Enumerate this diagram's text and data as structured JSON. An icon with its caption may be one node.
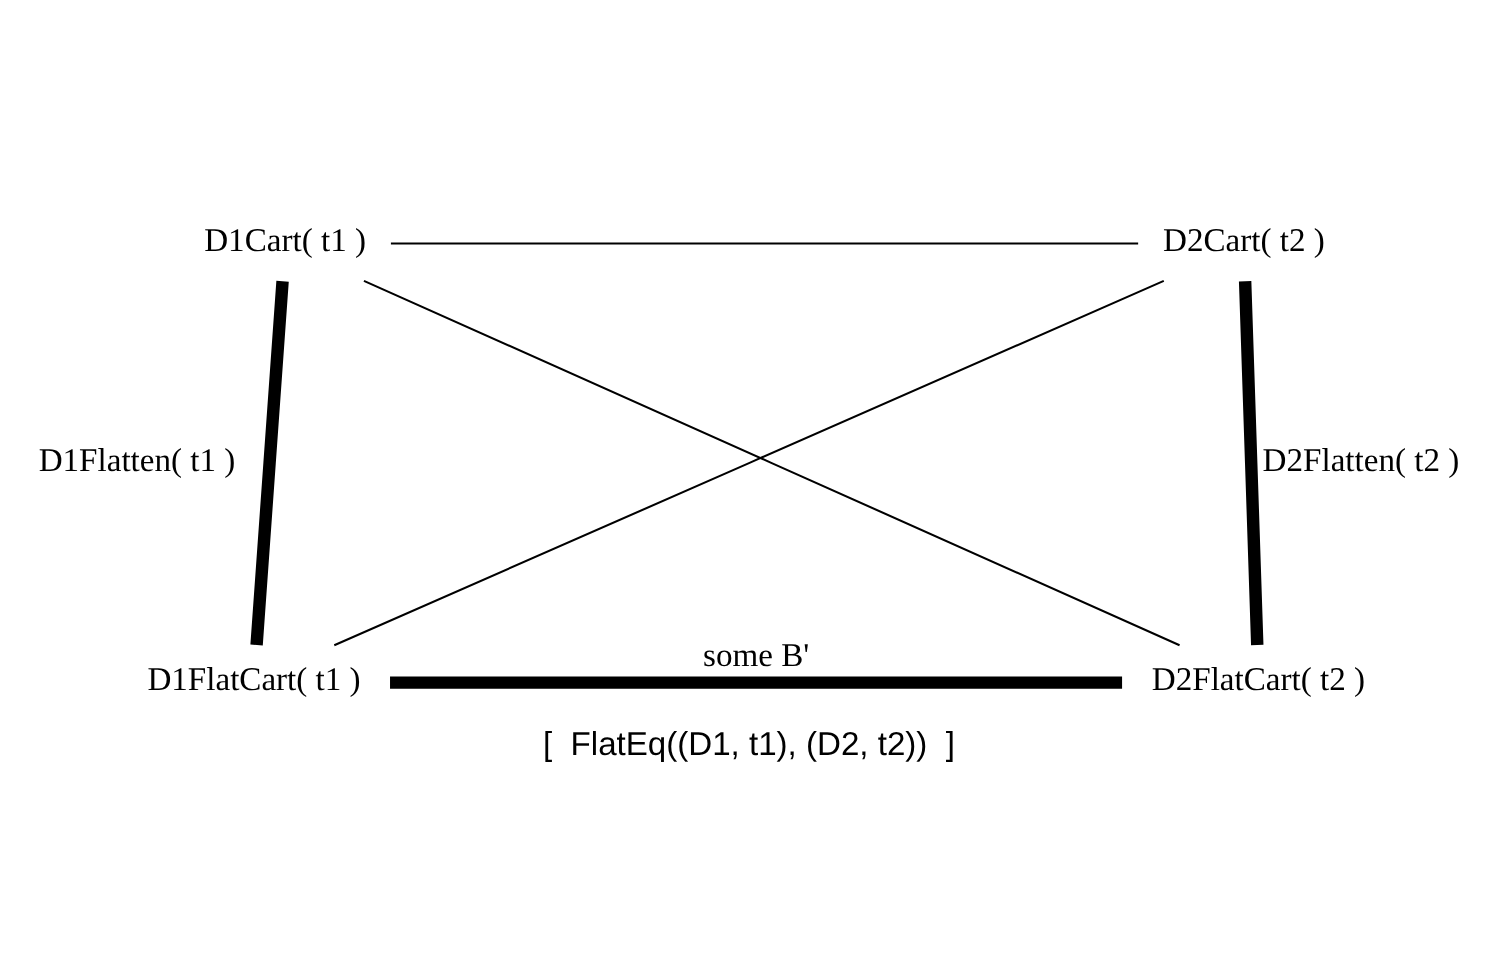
{
  "diagram": {
    "caption": "[  FlatEq((D1, t1), (D2, t2))  ]",
    "nodes": [
      {
        "text": [
          "D1Cart( t1 )"
        ]
      },
      {
        "text": [
          "D2Cart( t2 )"
        ]
      },
      {
        "text": [
          "D1FlatCart( t1 )"
        ]
      },
      {
        "text": [
          "D2FlatCart( t2 )"
        ]
      }
    ],
    "edges": [
      {
        "from": 0,
        "to": 1,
        "arrow": "none"
      },
      {
        "from": 0,
        "to": 2,
        "arrow": "none",
        "style": "thick",
        "label": "D1Flatten( t1 )"
      },
      {
        "from": 1,
        "to": 3,
        "arrow": "none",
        "style": "thick",
        "label": "D2Flatten( t2 )"
      },
      {
        "from": 2,
        "to": 3,
        "arrow": "none",
        "style": "thick",
        "label": "some B'"
      },
      {
        "from": 0,
        "to": 3,
        "arrow": "none"
      },
      {
        "from": 1,
        "to": 2,
        "arrow": "none"
      }
    ]
  }
}
